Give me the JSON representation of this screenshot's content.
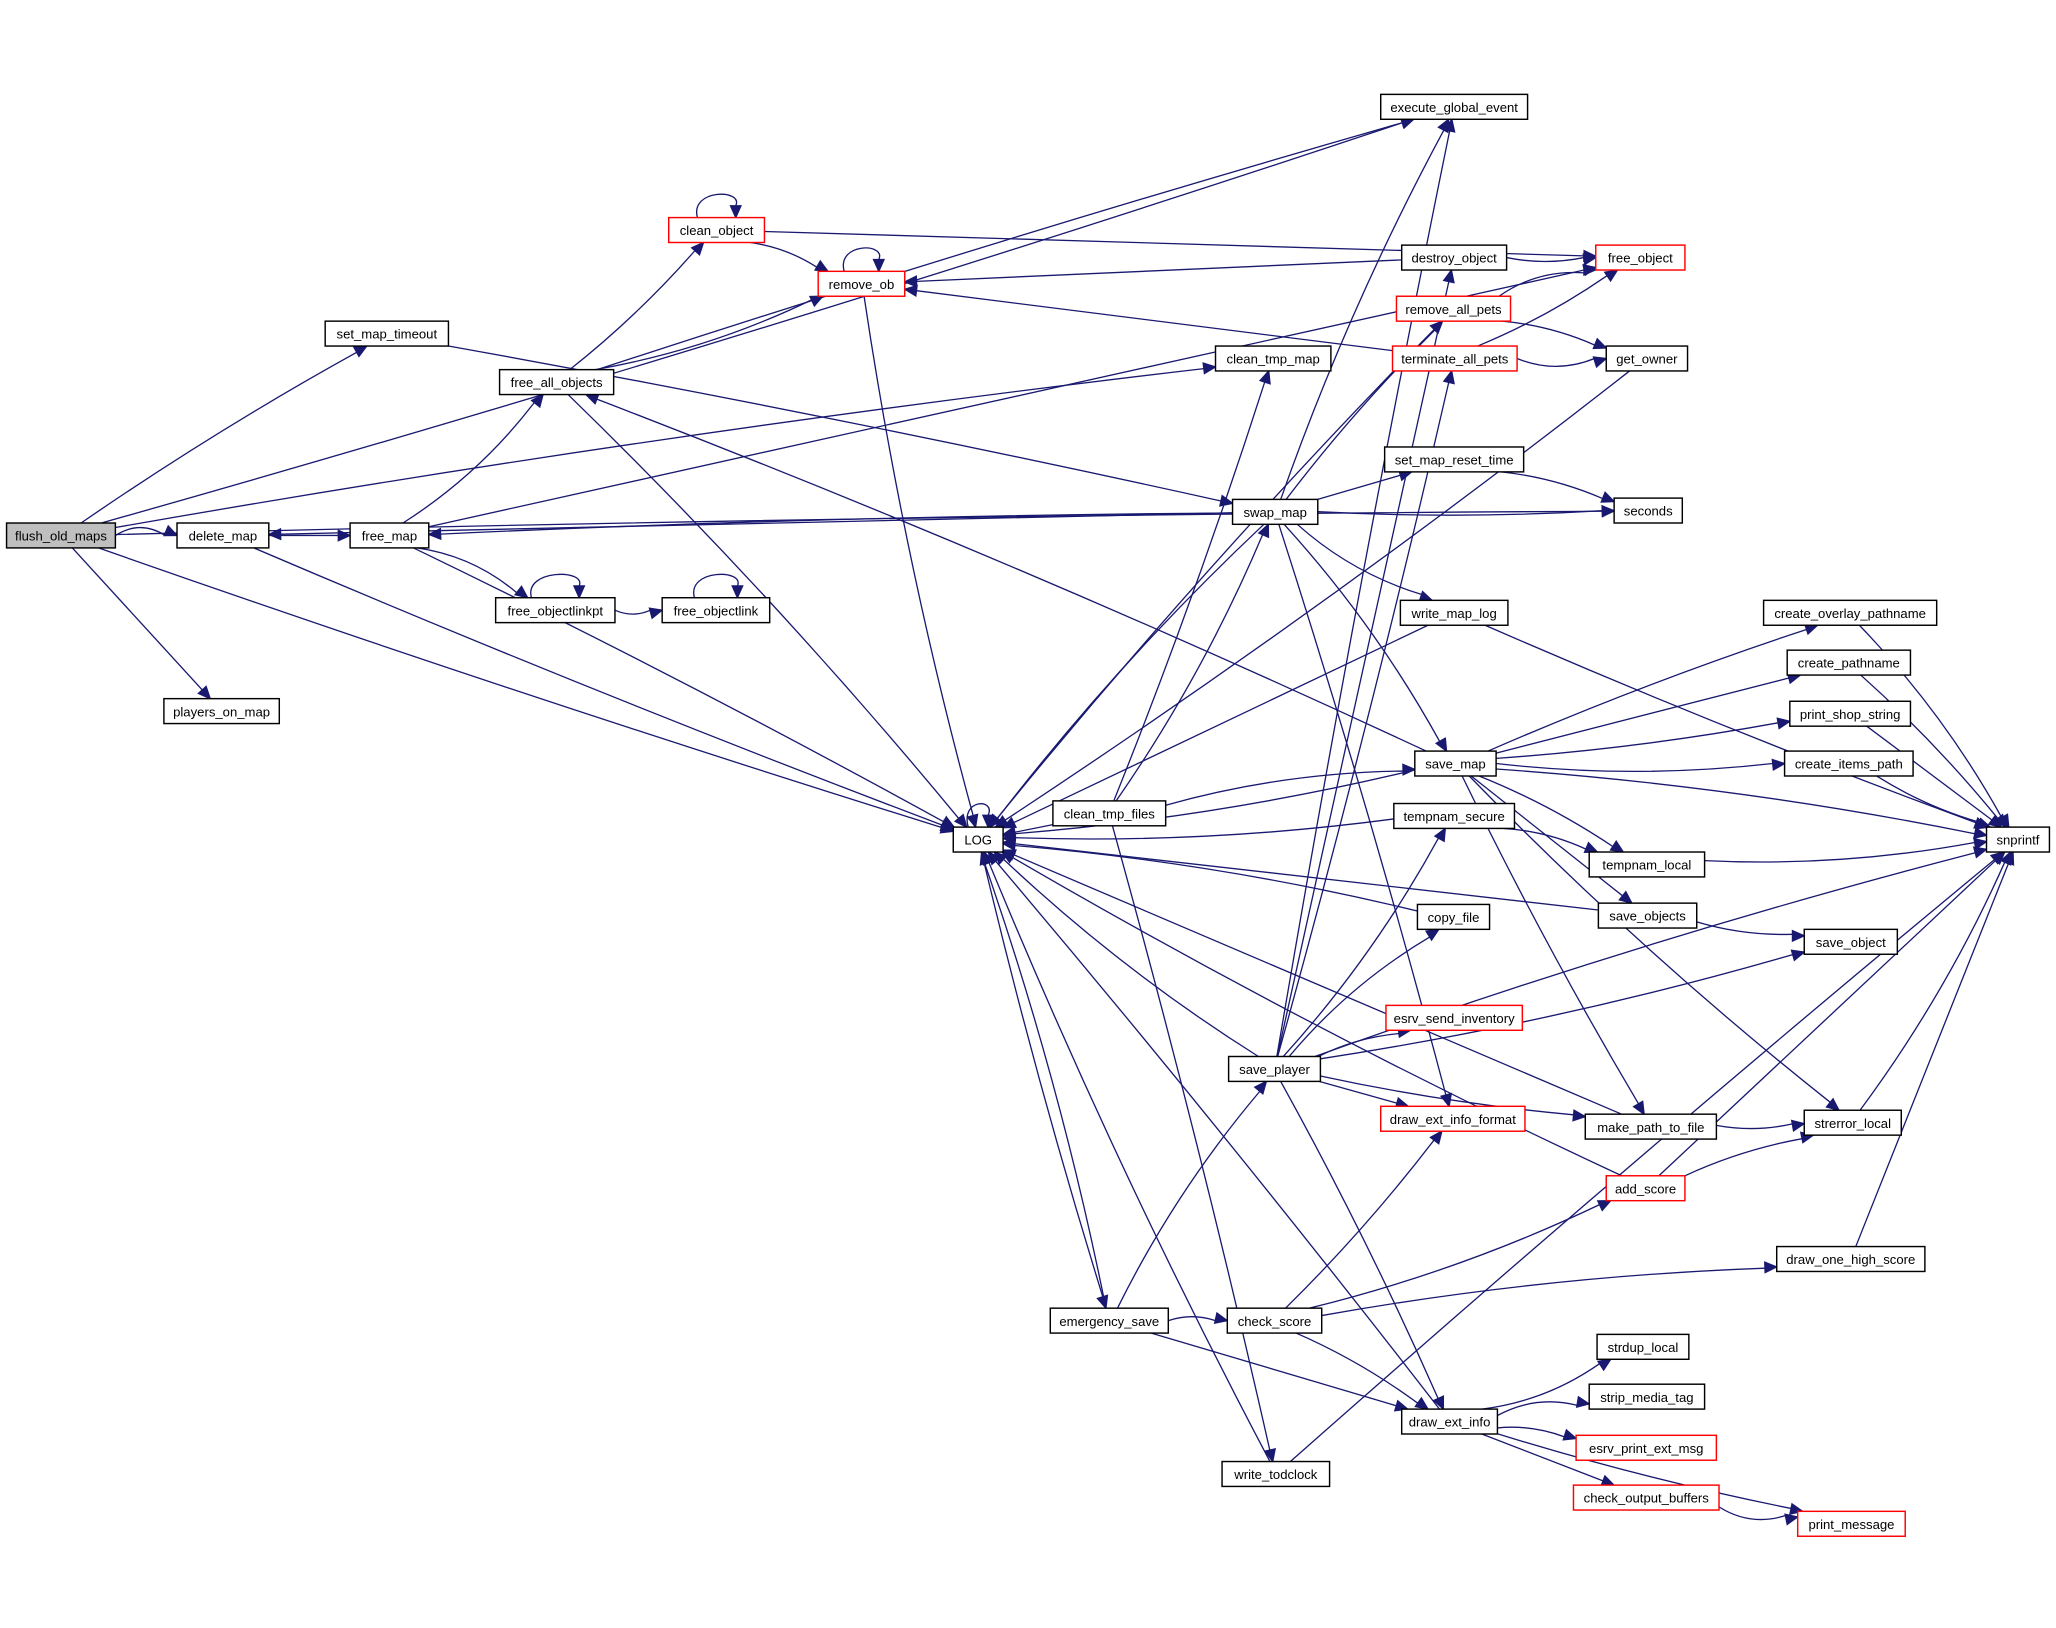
{
  "title": "Call graph: flush_old_maps",
  "colors": {
    "edge": "#191970",
    "node_border": "#000000",
    "truncated_border": "#ff0000",
    "focus_fill": "#bfbfbf"
  },
  "nodes": [
    {
      "id": "flush_old_maps",
      "label": "flush_old_maps",
      "style": "focus"
    },
    {
      "id": "delete_map",
      "label": "delete_map"
    },
    {
      "id": "free_map",
      "label": "free_map"
    },
    {
      "id": "set_map_timeout",
      "label": "set_map_timeout"
    },
    {
      "id": "players_on_map",
      "label": "players_on_map"
    },
    {
      "id": "free_all_objects",
      "label": "free_all_objects"
    },
    {
      "id": "free_objectlinkpt",
      "label": "free_objectlinkpt"
    },
    {
      "id": "free_objectlink",
      "label": "free_objectlink"
    },
    {
      "id": "clean_object",
      "label": "clean_object",
      "style": "red"
    },
    {
      "id": "remove_ob",
      "label": "remove_ob",
      "style": "red"
    },
    {
      "id": "LOG",
      "label": "LOG"
    },
    {
      "id": "clean_tmp_map",
      "label": "clean_tmp_map"
    },
    {
      "id": "clean_tmp_files",
      "label": "clean_tmp_files"
    },
    {
      "id": "emergency_save",
      "label": "emergency_save"
    },
    {
      "id": "write_todclock",
      "label": "write_todclock"
    },
    {
      "id": "swap_map",
      "label": "swap_map"
    },
    {
      "id": "save_player",
      "label": "save_player"
    },
    {
      "id": "check_score",
      "label": "check_score"
    },
    {
      "id": "execute_global_event",
      "label": "execute_global_event"
    },
    {
      "id": "destroy_object",
      "label": "destroy_object"
    },
    {
      "id": "remove_all_pets",
      "label": "remove_all_pets",
      "style": "red"
    },
    {
      "id": "terminate_all_pets",
      "label": "terminate_all_pets",
      "style": "red"
    },
    {
      "id": "set_map_reset_time",
      "label": "set_map_reset_time"
    },
    {
      "id": "write_map_log",
      "label": "write_map_log"
    },
    {
      "id": "save_map",
      "label": "save_map"
    },
    {
      "id": "tempnam_secure",
      "label": "tempnam_secure"
    },
    {
      "id": "copy_file",
      "label": "copy_file"
    },
    {
      "id": "esrv_send_inventory",
      "label": "esrv_send_inventory",
      "style": "red"
    },
    {
      "id": "draw_ext_info_format",
      "label": "draw_ext_info_format",
      "style": "red"
    },
    {
      "id": "draw_ext_info",
      "label": "draw_ext_info"
    },
    {
      "id": "free_object",
      "label": "free_object",
      "style": "red"
    },
    {
      "id": "get_owner",
      "label": "get_owner"
    },
    {
      "id": "seconds",
      "label": "seconds"
    },
    {
      "id": "create_overlay_pathname",
      "label": "create_overlay_pathname"
    },
    {
      "id": "create_pathname",
      "label": "create_pathname"
    },
    {
      "id": "print_shop_string",
      "label": "print_shop_string"
    },
    {
      "id": "create_items_path",
      "label": "create_items_path"
    },
    {
      "id": "tempnam_local",
      "label": "tempnam_local"
    },
    {
      "id": "save_objects",
      "label": "save_objects"
    },
    {
      "id": "save_object",
      "label": "save_object"
    },
    {
      "id": "make_path_to_file",
      "label": "make_path_to_file"
    },
    {
      "id": "strerror_local",
      "label": "strerror_local"
    },
    {
      "id": "add_score",
      "label": "add_score",
      "style": "red"
    },
    {
      "id": "draw_one_high_score",
      "label": "draw_one_high_score"
    },
    {
      "id": "strdup_local",
      "label": "strdup_local"
    },
    {
      "id": "strip_media_tag",
      "label": "strip_media_tag"
    },
    {
      "id": "esrv_print_ext_msg",
      "label": "esrv_print_ext_msg",
      "style": "red"
    },
    {
      "id": "check_output_buffers",
      "label": "check_output_buffers",
      "style": "red"
    },
    {
      "id": "print_message",
      "label": "print_message",
      "style": "red"
    },
    {
      "id": "snprintf",
      "label": "snprintf"
    }
  ],
  "edges": [
    [
      "flush_old_maps",
      "delete_map"
    ],
    [
      "flush_old_maps",
      "set_map_timeout"
    ],
    [
      "flush_old_maps",
      "players_on_map"
    ],
    [
      "flush_old_maps",
      "LOG"
    ],
    [
      "flush_old_maps",
      "execute_global_event"
    ],
    [
      "flush_old_maps",
      "clean_tmp_map"
    ],
    [
      "flush_old_maps",
      "seconds"
    ],
    [
      "delete_map",
      "free_map"
    ],
    [
      "delete_map",
      "LOG"
    ],
    [
      "free_map",
      "free_all_objects"
    ],
    [
      "free_map",
      "free_objectlinkpt"
    ],
    [
      "free_map",
      "LOG"
    ],
    [
      "free_map",
      "free_object"
    ],
    [
      "free_all_objects",
      "clean_object"
    ],
    [
      "free_all_objects",
      "remove_ob"
    ],
    [
      "free_all_objects",
      "LOG"
    ],
    [
      "free_all_objects",
      "execute_global_event"
    ],
    [
      "free_objectlinkpt",
      "free_objectlinkpt"
    ],
    [
      "free_objectlinkpt",
      "free_objectlink"
    ],
    [
      "free_objectlink",
      "free_objectlink"
    ],
    [
      "clean_object",
      "clean_object"
    ],
    [
      "clean_object",
      "remove_ob"
    ],
    [
      "clean_object",
      "free_object"
    ],
    [
      "remove_ob",
      "remove_ob"
    ],
    [
      "remove_ob",
      "LOG"
    ],
    [
      "LOG",
      "LOG"
    ],
    [
      "set_map_timeout",
      "swap_map"
    ],
    [
      "swap_map",
      "delete_map"
    ],
    [
      "swap_map",
      "free_map"
    ],
    [
      "swap_map",
      "LOG"
    ],
    [
      "swap_map",
      "execute_global_event"
    ],
    [
      "swap_map",
      "remove_all_pets"
    ],
    [
      "swap_map",
      "set_map_reset_time"
    ],
    [
      "swap_map",
      "seconds"
    ],
    [
      "swap_map",
      "write_map_log"
    ],
    [
      "swap_map",
      "save_map"
    ],
    [
      "swap_map",
      "draw_ext_info_format"
    ],
    [
      "clean_tmp_files",
      "LOG"
    ],
    [
      "clean_tmp_files",
      "clean_tmp_map"
    ],
    [
      "clean_tmp_files",
      "swap_map"
    ],
    [
      "clean_tmp_files",
      "save_map"
    ],
    [
      "clean_tmp_files",
      "write_todclock"
    ],
    [
      "destroy_object",
      "remove_ob"
    ],
    [
      "destroy_object",
      "free_object"
    ],
    [
      "remove_all_pets",
      "LOG"
    ],
    [
      "remove_all_pets",
      "free_object"
    ],
    [
      "remove_all_pets",
      "get_owner"
    ],
    [
      "terminate_all_pets",
      "remove_ob"
    ],
    [
      "terminate_all_pets",
      "free_object"
    ],
    [
      "terminate_all_pets",
      "get_owner"
    ],
    [
      "get_owner",
      "LOG"
    ],
    [
      "set_map_reset_time",
      "seconds"
    ],
    [
      "write_map_log",
      "LOG"
    ],
    [
      "write_map_log",
      "snprintf"
    ],
    [
      "save_map",
      "free_all_objects"
    ],
    [
      "save_map",
      "LOG"
    ],
    [
      "save_map",
      "create_overlay_pathname"
    ],
    [
      "save_map",
      "create_pathname"
    ],
    [
      "save_map",
      "print_shop_string"
    ],
    [
      "save_map",
      "create_items_path"
    ],
    [
      "save_map",
      "snprintf"
    ],
    [
      "save_map",
      "tempnam_local"
    ],
    [
      "save_map",
      "save_objects"
    ],
    [
      "save_map",
      "make_path_to_file"
    ],
    [
      "save_map",
      "strerror_local"
    ],
    [
      "create_overlay_pathname",
      "snprintf"
    ],
    [
      "create_pathname",
      "snprintf"
    ],
    [
      "print_shop_string",
      "snprintf"
    ],
    [
      "create_items_path",
      "snprintf"
    ],
    [
      "tempnam_local",
      "snprintf"
    ],
    [
      "tempnam_secure",
      "LOG"
    ],
    [
      "tempnam_secure",
      "tempnam_local"
    ],
    [
      "save_objects",
      "LOG"
    ],
    [
      "save_objects",
      "save_object"
    ],
    [
      "copy_file",
      "LOG"
    ],
    [
      "save_player",
      "LOG"
    ],
    [
      "save_player",
      "execute_global_event"
    ],
    [
      "save_player",
      "destroy_object"
    ],
    [
      "save_player",
      "terminate_all_pets"
    ],
    [
      "save_player",
      "tempnam_secure"
    ],
    [
      "save_player",
      "copy_file"
    ],
    [
      "save_player",
      "esrv_send_inventory"
    ],
    [
      "save_player",
      "draw_ext_info_format"
    ],
    [
      "save_player",
      "make_path_to_file"
    ],
    [
      "save_player",
      "save_object"
    ],
    [
      "save_player",
      "snprintf"
    ],
    [
      "save_player",
      "draw_ext_info"
    ],
    [
      "make_path_to_file",
      "LOG"
    ],
    [
      "make_path_to_file",
      "strerror_local"
    ],
    [
      "strerror_local",
      "snprintf"
    ],
    [
      "add_score",
      "LOG"
    ],
    [
      "add_score",
      "strerror_local"
    ],
    [
      "add_score",
      "snprintf"
    ],
    [
      "LOG",
      "emergency_save"
    ],
    [
      "emergency_save",
      "LOG"
    ],
    [
      "emergency_save",
      "save_player"
    ],
    [
      "emergency_save",
      "check_score"
    ],
    [
      "emergency_save",
      "draw_ext_info"
    ],
    [
      "check_score",
      "draw_ext_info_format"
    ],
    [
      "check_score",
      "add_score"
    ],
    [
      "check_score",
      "draw_one_high_score"
    ],
    [
      "check_score",
      "draw_ext_info"
    ],
    [
      "draw_one_high_score",
      "snprintf"
    ],
    [
      "draw_ext_info",
      "LOG"
    ],
    [
      "draw_ext_info",
      "strdup_local"
    ],
    [
      "draw_ext_info",
      "strip_media_tag"
    ],
    [
      "draw_ext_info",
      "esrv_print_ext_msg"
    ],
    [
      "draw_ext_info",
      "check_output_buffers"
    ],
    [
      "draw_ext_info",
      "print_message"
    ],
    [
      "check_output_buffers",
      "print_message"
    ],
    [
      "write_todclock",
      "LOG"
    ],
    [
      "write_todclock",
      "snprintf"
    ]
  ]
}
